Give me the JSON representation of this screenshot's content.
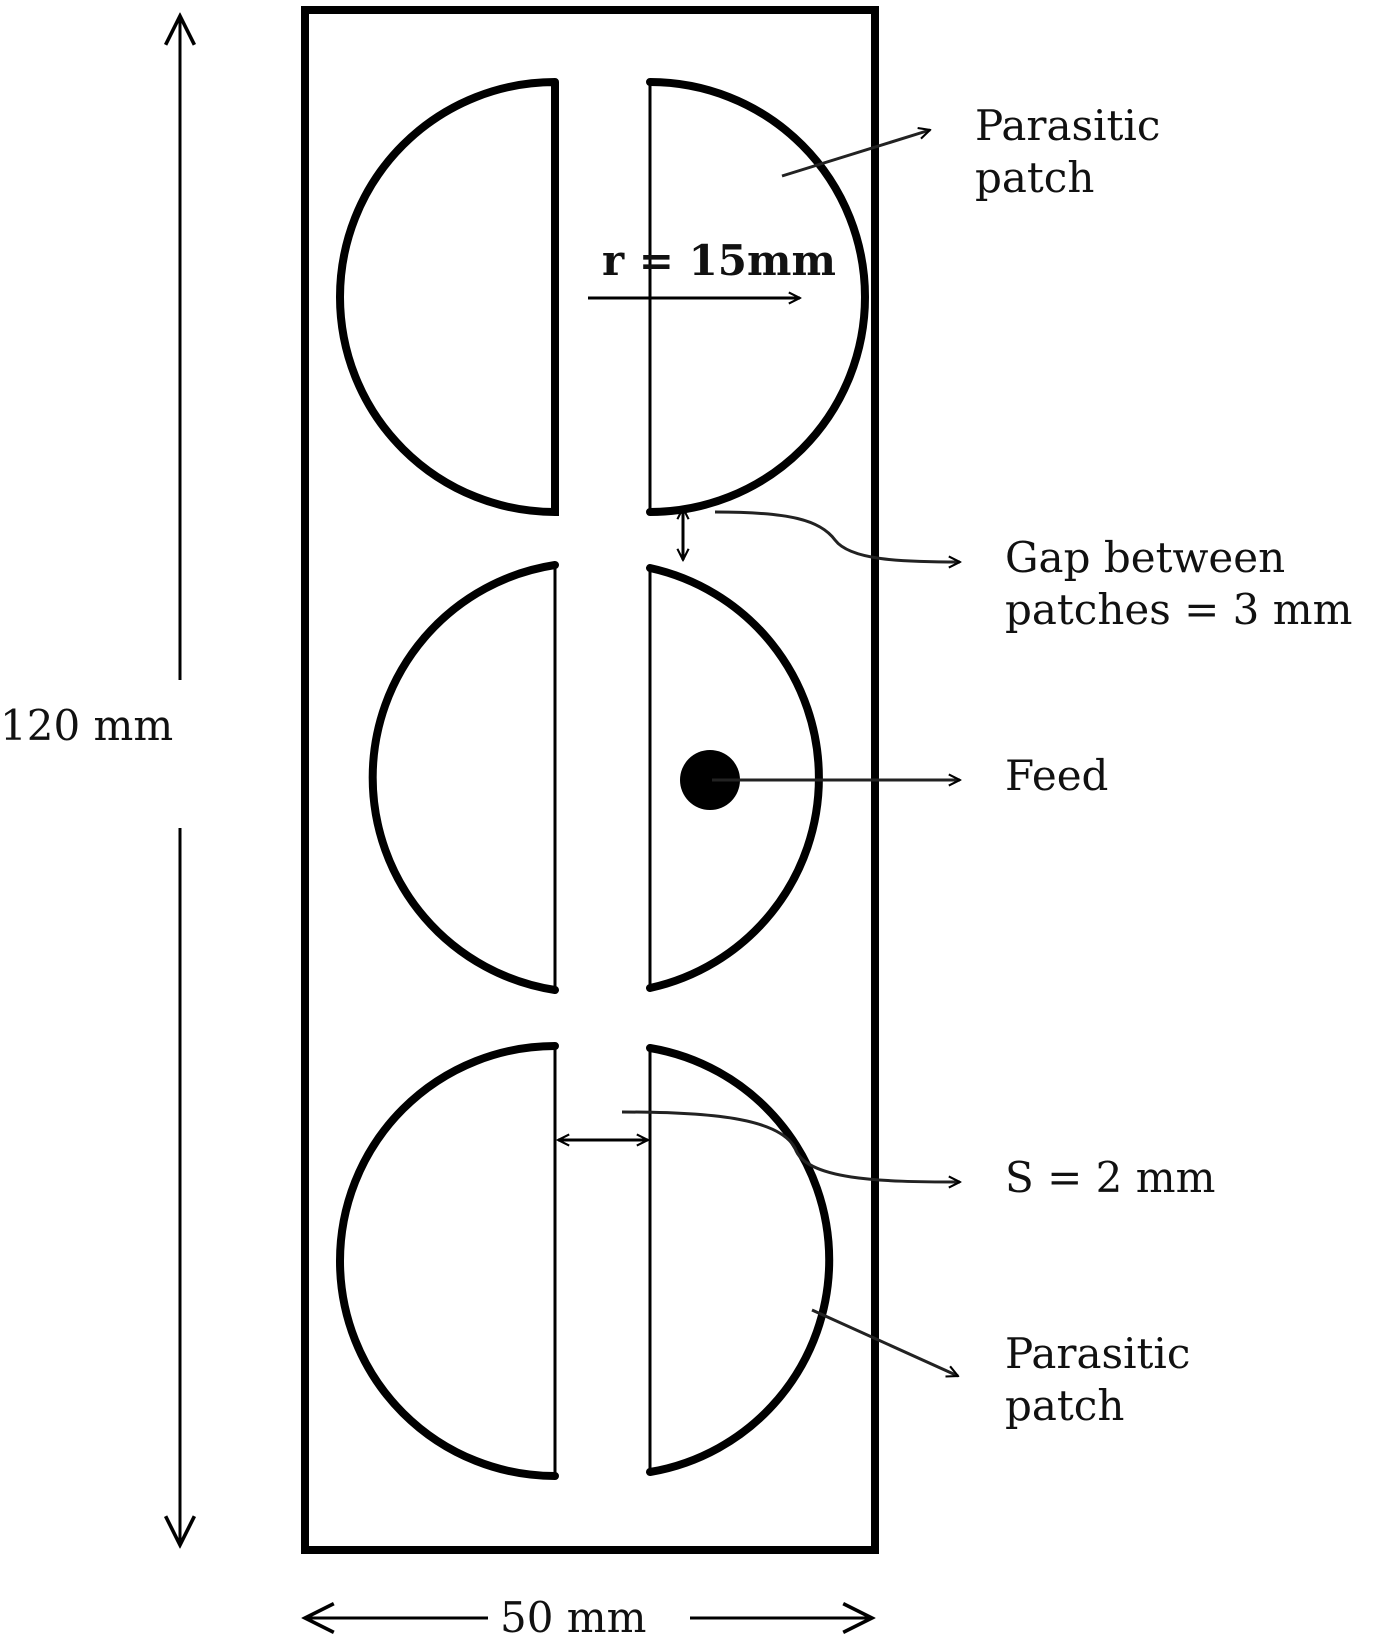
{
  "dimensions": {
    "height_label": "120 mm",
    "width_label": "50 mm"
  },
  "annotations": {
    "radius_label": "r = 15mm",
    "parasitic_top_line1": "Parasitic",
    "parasitic_top_line2": "patch",
    "gap_line1": "Gap between",
    "gap_line2": "patches = 3 mm",
    "feed_label": "Feed",
    "spacing_label": "S = 2 mm",
    "parasitic_bottom_line1": "Parasitic",
    "parasitic_bottom_line2": "patch"
  }
}
